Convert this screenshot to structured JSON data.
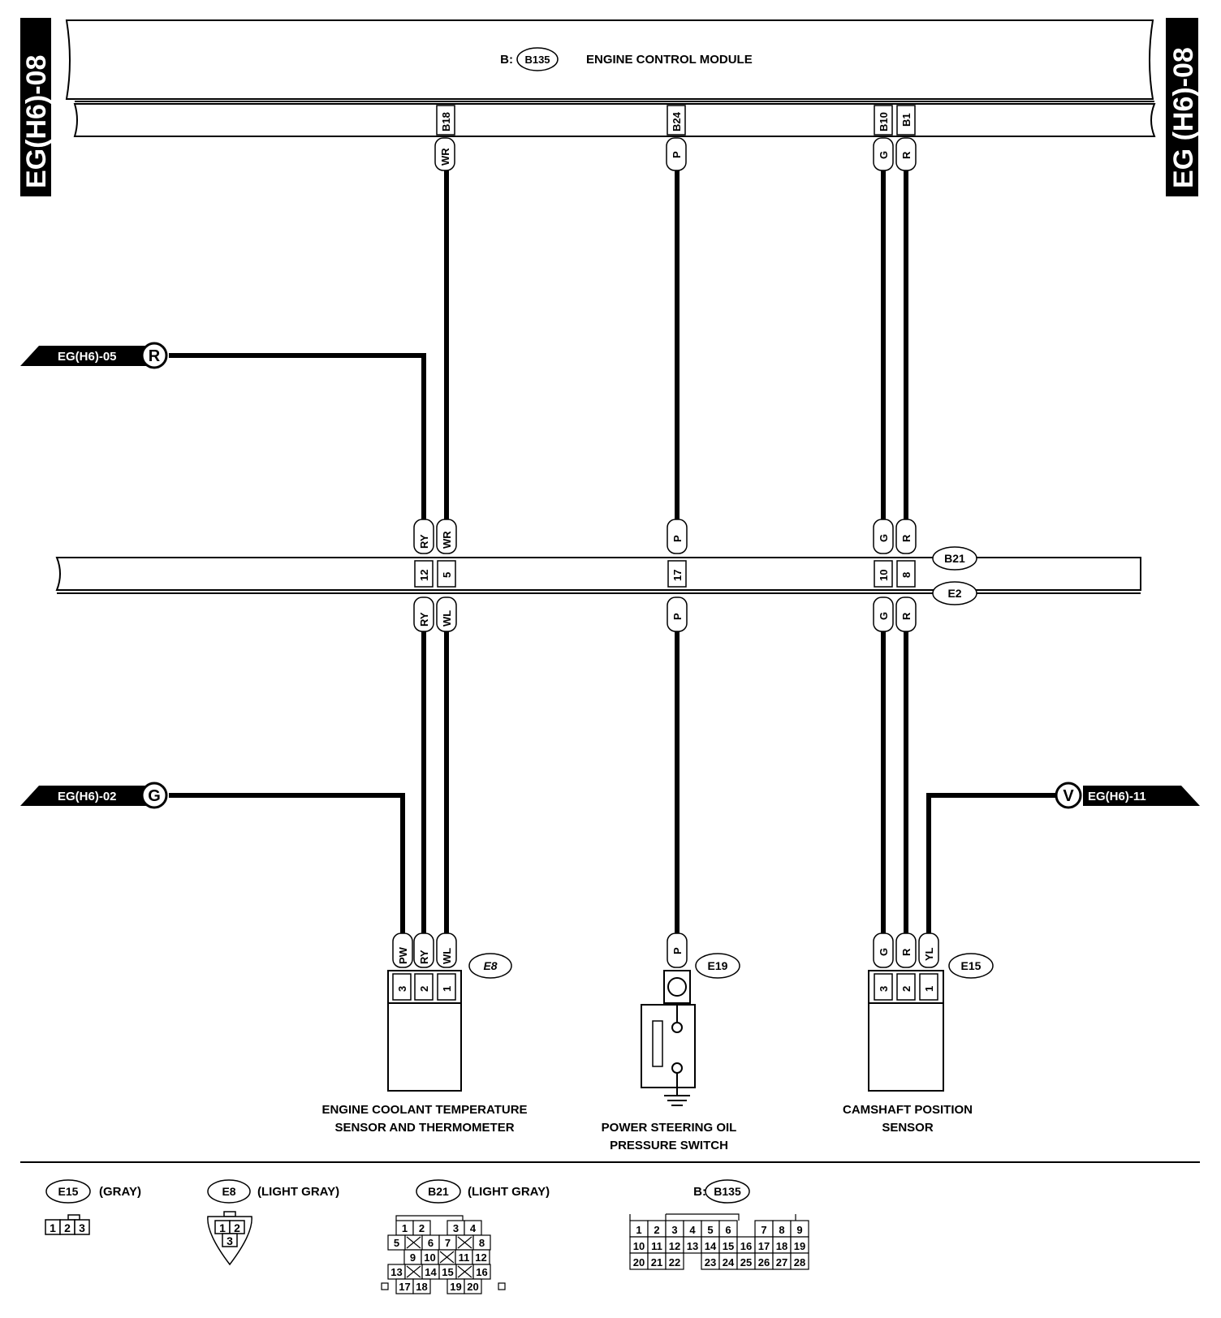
{
  "page_tabs": {
    "left": "EG(H6)-08",
    "right": "EG (H6)-08"
  },
  "ecm": {
    "prefix": "B:",
    "connector": "B135",
    "title": "ENGINE CONTROL MODULE"
  },
  "ecm_pins": [
    {
      "pin": "B18",
      "wire": "WR"
    },
    {
      "pin": "B24",
      "wire": "P"
    },
    {
      "pin": "B10",
      "wire": "G"
    },
    {
      "pin": "B1",
      "wire": "R"
    }
  ],
  "offpage_links": [
    {
      "ref": "EG(H6)-05",
      "letter": "R"
    },
    {
      "ref": "EG(H6)-02",
      "letter": "G"
    },
    {
      "ref": "EG(H6)-11",
      "letter": "V"
    }
  ],
  "harness_connector": {
    "upper": "B21",
    "lower": "E2",
    "pins": [
      {
        "pin": "12",
        "upper_wire": "RY",
        "lower_wire": "RY"
      },
      {
        "pin": "5",
        "upper_wire": "WR",
        "lower_wire": "WL"
      },
      {
        "pin": "17",
        "upper_wire": "P",
        "lower_wire": "P"
      },
      {
        "pin": "10",
        "upper_wire": "G",
        "lower_wire": "G"
      },
      {
        "pin": "8",
        "upper_wire": "R",
        "lower_wire": "R"
      }
    ]
  },
  "components": {
    "coolant": {
      "connector": "E8",
      "pins": [
        {
          "pin": "3",
          "wire": "PW"
        },
        {
          "pin": "2",
          "wire": "RY"
        },
        {
          "pin": "1",
          "wire": "WL"
        }
      ],
      "label_line1": "ENGINE COOLANT TEMPERATURE",
      "label_line2": "SENSOR AND THERMOMETER"
    },
    "ps_switch": {
      "connector": "E19",
      "pins": [
        {
          "pin": "",
          "wire": "P"
        }
      ],
      "label_line1": "POWER STEERING OIL",
      "label_line2": "PRESSURE SWITCH"
    },
    "camshaft": {
      "connector": "E15",
      "pins": [
        {
          "pin": "3",
          "wire": "G"
        },
        {
          "pin": "2",
          "wire": "R"
        },
        {
          "pin": "1",
          "wire": "YL"
        }
      ],
      "label_line1": "CAMSHAFT POSITION",
      "label_line2": "SENSOR"
    }
  },
  "connector_views": {
    "e15": {
      "id": "E15",
      "color": "(GRAY)",
      "pins": [
        "1",
        "2",
        "3"
      ]
    },
    "e8": {
      "id": "E8",
      "color": "(LIGHT GRAY)",
      "pins": [
        "1",
        "2",
        "3"
      ]
    },
    "b21": {
      "id": "B21",
      "color": "(LIGHT GRAY)",
      "rows": [
        [
          "1",
          "2",
          "",
          "3",
          "4"
        ],
        [
          "5",
          "X",
          "6",
          "7",
          "X",
          "8"
        ],
        [
          "9",
          "10",
          "X",
          "11",
          "12"
        ],
        [
          "13",
          "X",
          "14",
          "15",
          "X",
          "16"
        ],
        [
          "17",
          "18",
          "",
          "19",
          "20"
        ]
      ]
    },
    "b135": {
      "prefix": "B:",
      "id": "B135",
      "rows": [
        [
          "1",
          "2",
          "3",
          "4",
          "5",
          "6",
          "",
          "7",
          "8",
          "9"
        ],
        [
          "10",
          "11",
          "12",
          "13",
          "14",
          "15",
          "16",
          "17",
          "18",
          "19"
        ],
        [
          "20",
          "21",
          "22",
          "",
          "23",
          "24",
          "25",
          "26",
          "27",
          "28"
        ]
      ]
    }
  }
}
